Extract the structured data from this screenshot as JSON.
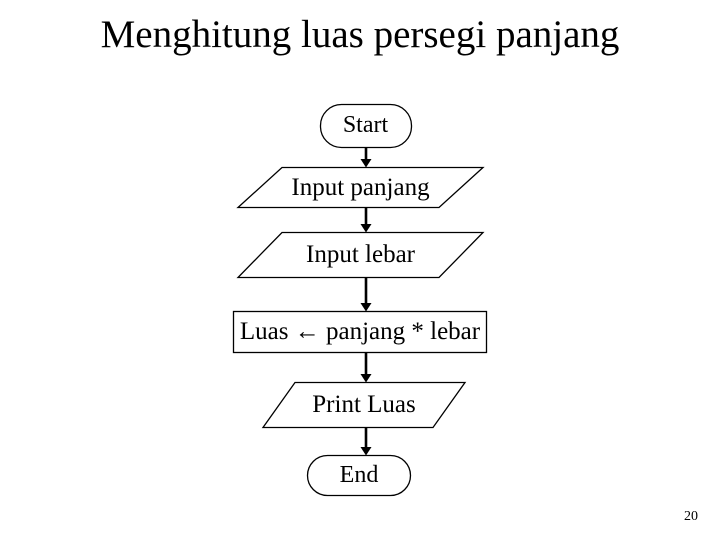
{
  "slide": {
    "title": "Menghitung luas persegi panjang",
    "page_number": "20"
  },
  "flowchart": {
    "nodes": [
      {
        "id": "start",
        "type": "terminator",
        "label": "Start"
      },
      {
        "id": "input-panjang",
        "type": "input-parallelogram",
        "label": "Input panjang"
      },
      {
        "id": "input-lebar",
        "type": "input-parallelogram",
        "label": "Input lebar"
      },
      {
        "id": "process-luas",
        "type": "process-rectangle",
        "label": "Luas ← panjang * lebar"
      },
      {
        "id": "print-luas",
        "type": "output-parallelogram",
        "label": "Print Luas"
      },
      {
        "id": "end",
        "type": "terminator",
        "label": "End"
      }
    ],
    "edges": [
      {
        "from": "start",
        "to": "input-panjang"
      },
      {
        "from": "input-panjang",
        "to": "input-lebar"
      },
      {
        "from": "input-lebar",
        "to": "process-luas"
      },
      {
        "from": "process-luas",
        "to": "print-luas"
      },
      {
        "from": "print-luas",
        "to": "end"
      }
    ],
    "colors": {
      "background": "#ffffff",
      "shape_fill": "#ffffff",
      "stroke": "#000000",
      "text": "#000000"
    }
  }
}
